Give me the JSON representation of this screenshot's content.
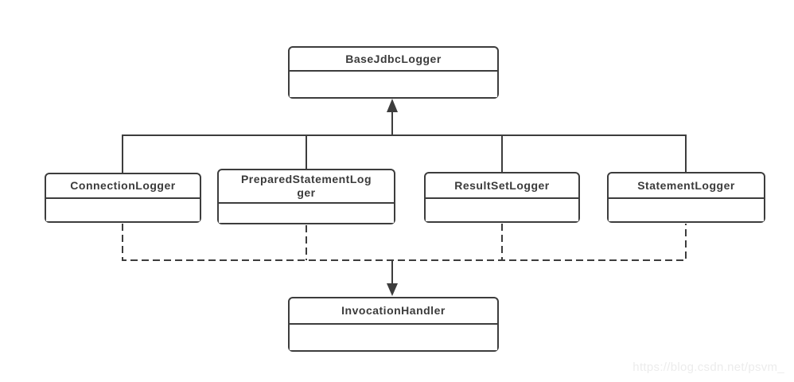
{
  "diagram": {
    "classes": {
      "base": {
        "name": "BaseJdbcLogger"
      },
      "connection": {
        "name": "ConnectionLogger"
      },
      "prepared": {
        "name": "PreparedStatementLog\nger"
      },
      "resultset": {
        "name": "ResultSetLogger"
      },
      "statement": {
        "name": "StatementLogger"
      },
      "invocation": {
        "name": "InvocationHandler"
      }
    },
    "connectors": {
      "solid_arrow_target": "BaseJdbcLogger",
      "dashed_arrow_target": "InvocationHandler"
    },
    "colors": {
      "line": "#3d3d3d",
      "text": "#3b3b3b",
      "background": "#ffffff",
      "watermark": "#ececec"
    }
  },
  "watermark": {
    "text": "https://blog.csdn.net/psvm_"
  }
}
